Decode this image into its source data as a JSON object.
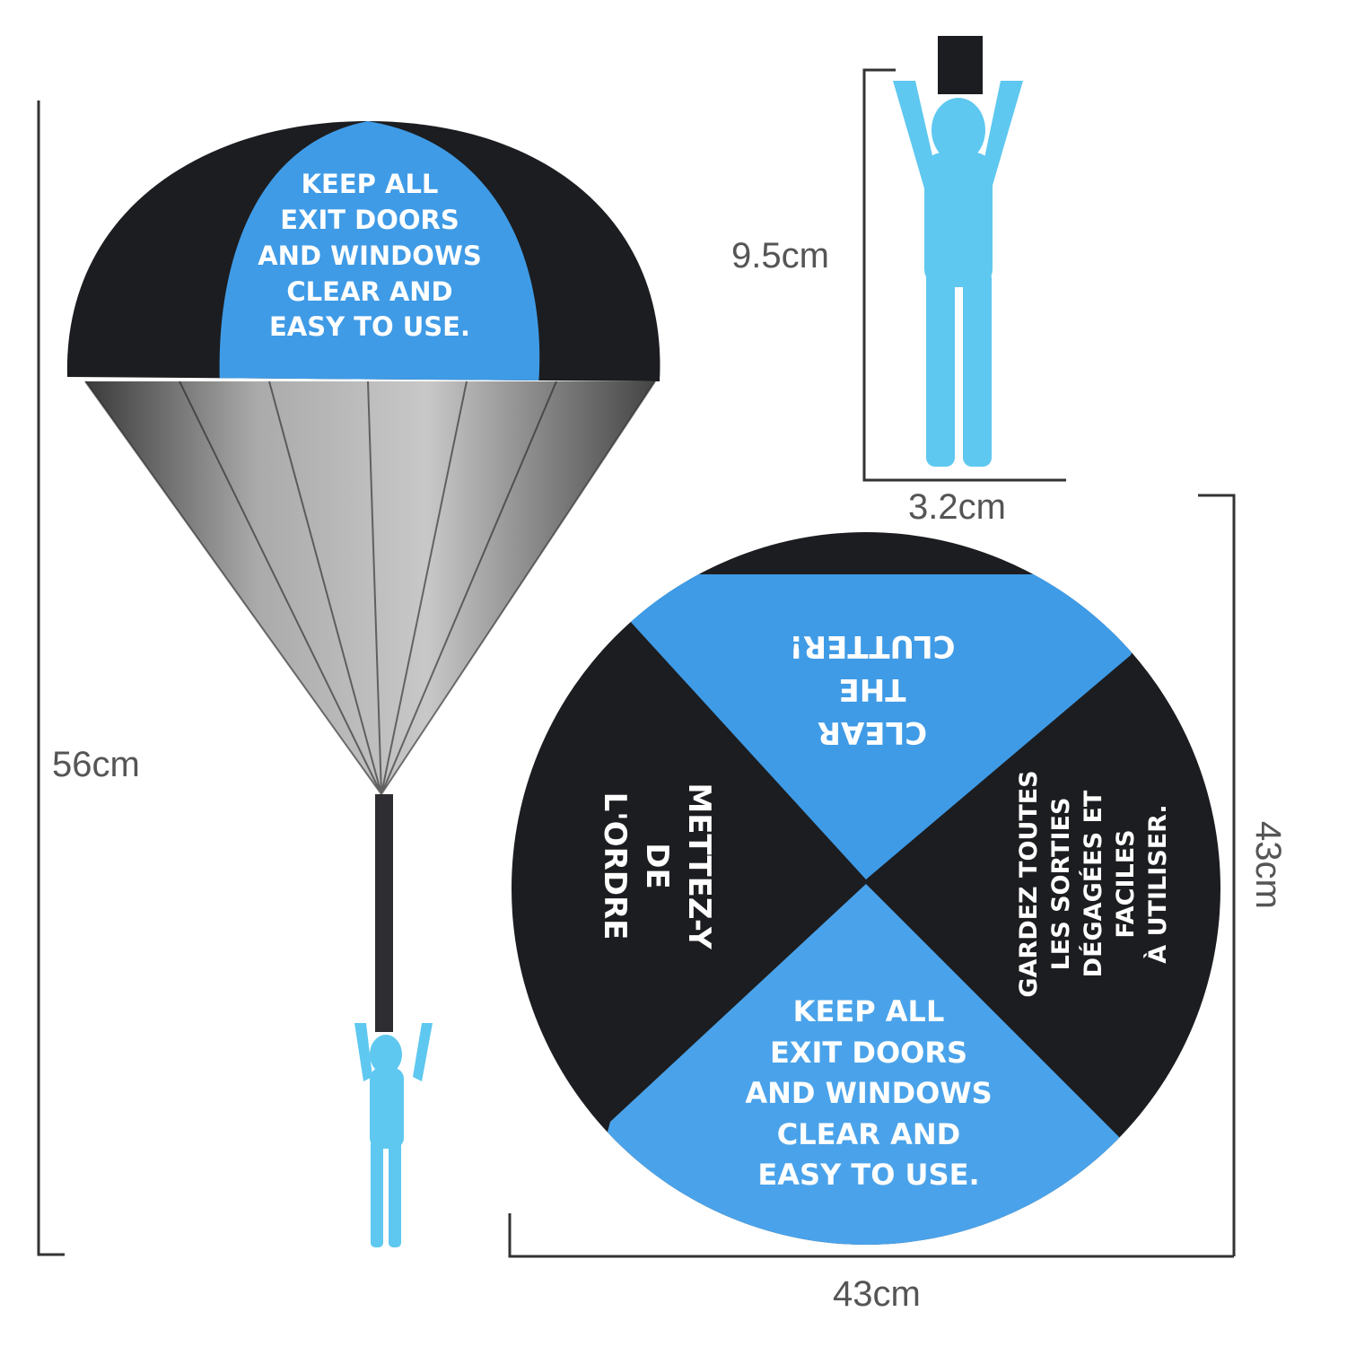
{
  "dimensions": {
    "full_height": "56cm",
    "figure_height": "9.5cm",
    "figure_width": "3.2cm",
    "canopy_height": "43cm",
    "canopy_width": "43cm"
  },
  "canopy_side": {
    "lines": [
      "KEEP ALL",
      "EXIT DOORS",
      "AND WINDOWS",
      "CLEAR AND",
      "EASY TO USE."
    ]
  },
  "canopy_flat": {
    "top": [
      "CLEAR",
      "THE",
      "CLUTTER!"
    ],
    "left": [
      "METTEZ-Y",
      "DE",
      "L'ORDRE"
    ],
    "right": [
      "GARDEZ TOUTES",
      "LES SORTIES",
      "DÉGAGÉES ET",
      "FACILES",
      "À UTILISER."
    ],
    "bottom": [
      "KEEP ALL",
      "EXIT DOORS",
      "AND WINDOWS",
      "CLEAR AND",
      "EASY TO USE."
    ]
  },
  "colors": {
    "blue": "#3f9be6",
    "black": "#1c1d20",
    "figure": "#5ec8f0"
  }
}
